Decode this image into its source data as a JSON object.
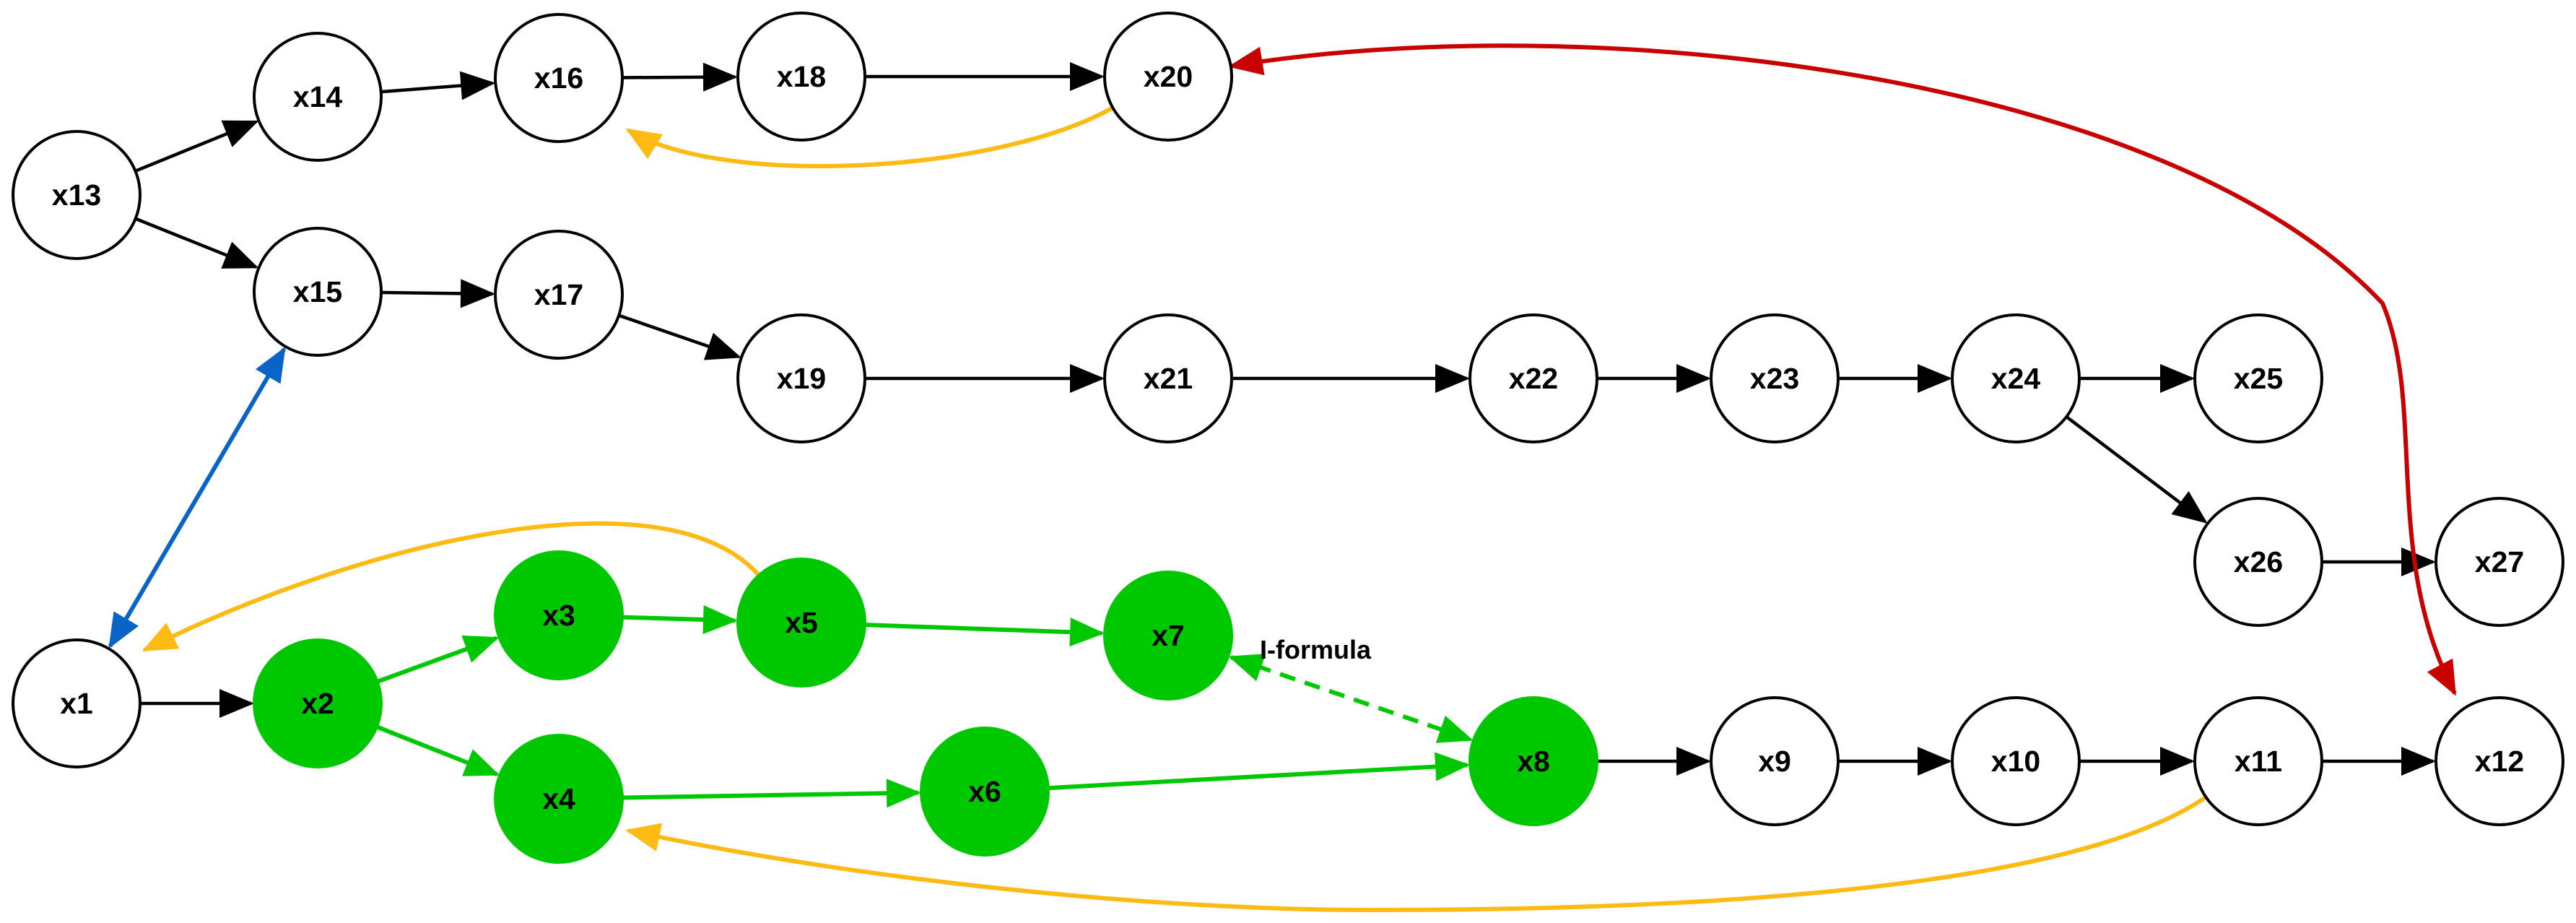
{
  "colors": {
    "default_edge": "#000000",
    "green": "#00c800",
    "orange": "#ffbb14",
    "blue": "#0a64c8",
    "red": "#c80000",
    "node_stroke": "#000000",
    "node_fill": "#ffffff"
  },
  "nodes": [
    {
      "id": "x1",
      "label": "x1",
      "highlighted": false
    },
    {
      "id": "x2",
      "label": "x2",
      "highlighted": true
    },
    {
      "id": "x3",
      "label": "x3",
      "highlighted": true
    },
    {
      "id": "x4",
      "label": "x4",
      "highlighted": true
    },
    {
      "id": "x5",
      "label": "x5",
      "highlighted": true
    },
    {
      "id": "x6",
      "label": "x6",
      "highlighted": true
    },
    {
      "id": "x7",
      "label": "x7",
      "highlighted": true
    },
    {
      "id": "x8",
      "label": "x8",
      "highlighted": true
    },
    {
      "id": "x9",
      "label": "x9",
      "highlighted": false
    },
    {
      "id": "x10",
      "label": "x10",
      "highlighted": false
    },
    {
      "id": "x11",
      "label": "x11",
      "highlighted": false
    },
    {
      "id": "x12",
      "label": "x12",
      "highlighted": false
    },
    {
      "id": "x13",
      "label": "x13",
      "highlighted": false
    },
    {
      "id": "x14",
      "label": "x14",
      "highlighted": false
    },
    {
      "id": "x15",
      "label": "x15",
      "highlighted": false
    },
    {
      "id": "x16",
      "label": "x16",
      "highlighted": false
    },
    {
      "id": "x17",
      "label": "x17",
      "highlighted": false
    },
    {
      "id": "x18",
      "label": "x18",
      "highlighted": false
    },
    {
      "id": "x19",
      "label": "x19",
      "highlighted": false
    },
    {
      "id": "x20",
      "label": "x20",
      "highlighted": false
    },
    {
      "id": "x21",
      "label": "x21",
      "highlighted": false
    },
    {
      "id": "x22",
      "label": "x22",
      "highlighted": false
    },
    {
      "id": "x23",
      "label": "x23",
      "highlighted": false
    },
    {
      "id": "x24",
      "label": "x24",
      "highlighted": false
    },
    {
      "id": "x25",
      "label": "x25",
      "highlighted": false
    },
    {
      "id": "x26",
      "label": "x26",
      "highlighted": false
    },
    {
      "id": "x27",
      "label": "x27",
      "highlighted": false
    }
  ],
  "edges": [
    {
      "from": "x13",
      "to": "x14",
      "color": "default_edge",
      "style": "solid",
      "direction": "forward"
    },
    {
      "from": "x13",
      "to": "x15",
      "color": "default_edge",
      "style": "solid",
      "direction": "forward"
    },
    {
      "from": "x14",
      "to": "x16",
      "color": "default_edge",
      "style": "solid",
      "direction": "forward"
    },
    {
      "from": "x16",
      "to": "x18",
      "color": "default_edge",
      "style": "solid",
      "direction": "forward"
    },
    {
      "from": "x18",
      "to": "x20",
      "color": "default_edge",
      "style": "solid",
      "direction": "forward"
    },
    {
      "from": "x20",
      "to": "x16",
      "color": "orange",
      "style": "solid",
      "direction": "forward"
    },
    {
      "from": "x15",
      "to": "x17",
      "color": "default_edge",
      "style": "solid",
      "direction": "forward"
    },
    {
      "from": "x17",
      "to": "x19",
      "color": "default_edge",
      "style": "solid",
      "direction": "forward"
    },
    {
      "from": "x19",
      "to": "x21",
      "color": "default_edge",
      "style": "solid",
      "direction": "forward"
    },
    {
      "from": "x21",
      "to": "x22",
      "color": "default_edge",
      "style": "solid",
      "direction": "forward"
    },
    {
      "from": "x22",
      "to": "x23",
      "color": "default_edge",
      "style": "solid",
      "direction": "forward"
    },
    {
      "from": "x23",
      "to": "x24",
      "color": "default_edge",
      "style": "solid",
      "direction": "forward"
    },
    {
      "from": "x24",
      "to": "x25",
      "color": "default_edge",
      "style": "solid",
      "direction": "forward"
    },
    {
      "from": "x24",
      "to": "x26",
      "color": "default_edge",
      "style": "solid",
      "direction": "forward"
    },
    {
      "from": "x26",
      "to": "x27",
      "color": "default_edge",
      "style": "solid",
      "direction": "forward"
    },
    {
      "from": "x1",
      "to": "x15",
      "color": "blue",
      "style": "solid",
      "direction": "both"
    },
    {
      "from": "x20",
      "to": "x12",
      "color": "red",
      "style": "solid",
      "direction": "both"
    },
    {
      "from": "x1",
      "to": "x2",
      "color": "default_edge",
      "style": "solid",
      "direction": "forward"
    },
    {
      "from": "x2",
      "to": "x3",
      "color": "green",
      "style": "solid",
      "direction": "forward"
    },
    {
      "from": "x2",
      "to": "x4",
      "color": "green",
      "style": "solid",
      "direction": "forward"
    },
    {
      "from": "x3",
      "to": "x5",
      "color": "green",
      "style": "solid",
      "direction": "forward"
    },
    {
      "from": "x5",
      "to": "x7",
      "color": "green",
      "style": "solid",
      "direction": "forward"
    },
    {
      "from": "x5",
      "to": "x1",
      "color": "orange",
      "style": "solid",
      "direction": "forward"
    },
    {
      "from": "x4",
      "to": "x6",
      "color": "green",
      "style": "solid",
      "direction": "forward"
    },
    {
      "from": "x6",
      "to": "x8",
      "color": "green",
      "style": "solid",
      "direction": "forward"
    },
    {
      "from": "x7",
      "to": "x8",
      "color": "green",
      "style": "dashed",
      "direction": "both",
      "label": "I-formula"
    },
    {
      "from": "x8",
      "to": "x9",
      "color": "default_edge",
      "style": "solid",
      "direction": "forward"
    },
    {
      "from": "x9",
      "to": "x10",
      "color": "default_edge",
      "style": "solid",
      "direction": "forward"
    },
    {
      "from": "x10",
      "to": "x11",
      "color": "default_edge",
      "style": "solid",
      "direction": "forward"
    },
    {
      "from": "x11",
      "to": "x12",
      "color": "default_edge",
      "style": "solid",
      "direction": "forward"
    },
    {
      "from": "x11",
      "to": "x4",
      "color": "orange",
      "style": "solid",
      "direction": "forward"
    }
  ]
}
